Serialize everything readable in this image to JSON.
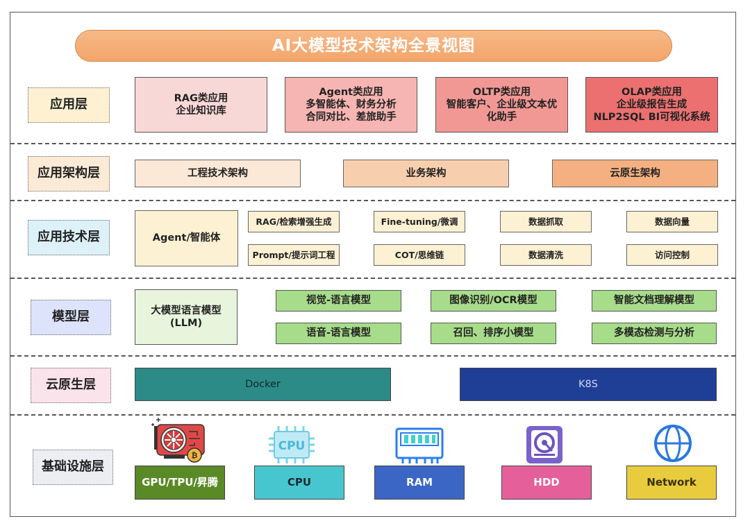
{
  "title": "AI大模型技术架构全景视图",
  "layers": {
    "application": {
      "label": "应用层",
      "boxes": [
        {
          "line1": "RAG类应用",
          "line2": "企业知识库",
          "line3": ""
        },
        {
          "line1": "Agent类应用",
          "line2": "多智能体、财务分析",
          "line3": "合同对比、差旅助手"
        },
        {
          "line1": "OLTP类应用",
          "line2": "智能客户、企业级文本优",
          "line3": "化助手"
        },
        {
          "line1": "OLAP类应用",
          "line2": "企业级报告生成",
          "line3": "NLP2SQL BI可视化系统"
        }
      ]
    },
    "app_architecture": {
      "label": "应用架构层",
      "boxes": [
        "工程技术架构",
        "业务架构",
        "云原生架构"
      ]
    },
    "app_technology": {
      "label": "应用技术层",
      "main": "Agent/智能体",
      "boxes": [
        "RAG/检索增强生成",
        "Prompt/提示词工程",
        "Fine-tuning/微调",
        "COT/思维链",
        "数据抓取",
        "数据清洗",
        "数据向量",
        "访问控制"
      ]
    },
    "model": {
      "label": "模型层",
      "main_line1": "大模型语言模型",
      "main_line2": "(LLM)",
      "boxes": [
        "视觉-语言模型",
        "语音-语言模型",
        "图像识别/OCR模型",
        "召回、排序小模型",
        "智能文档理解模型",
        "多模态检测与分析"
      ]
    },
    "cloud_native": {
      "label": "云原生层",
      "boxes": [
        "Docker",
        "K8S"
      ]
    },
    "infrastructure": {
      "label": "基础设施层",
      "cpu_icon_text": "CPU",
      "items": [
        {
          "label": "GPU/TPU/昇腾",
          "icon": "gpu-card-icon"
        },
        {
          "label": "CPU",
          "icon": "cpu-chip-icon"
        },
        {
          "label": "RAM",
          "icon": "ram-module-icon"
        },
        {
          "label": "HDD",
          "icon": "hard-disk-icon"
        },
        {
          "label": "Network",
          "icon": "globe-network-icon"
        }
      ]
    }
  },
  "colors": {
    "title": "#f3a56a",
    "label_application": "#fdf1d2",
    "label_architecture": "#fbead6",
    "label_technology": "#dcf1f8",
    "label_model": "#dde3fa",
    "label_cloud": "#fbe3ec",
    "label_infrastructure": "#eceef2",
    "rag": "#f8d8d6",
    "agent": "#f6b5b2",
    "oltp": "#f19895",
    "olap": "#ec7070",
    "arch1": "#fbe8d7",
    "arch2": "#f8cfae",
    "arch3": "#f4b080",
    "tech": "#fcf1d3",
    "model": "#a7dc8a",
    "model_main": "#e8f5dc",
    "docker": "#2c8b87",
    "k8s": "#1f3f97",
    "gpu": "#5a8a26",
    "cpu": "#47c6cf",
    "ram": "#3b66c6",
    "hdd": "#e5609a",
    "network": "#e8cc3d"
  }
}
